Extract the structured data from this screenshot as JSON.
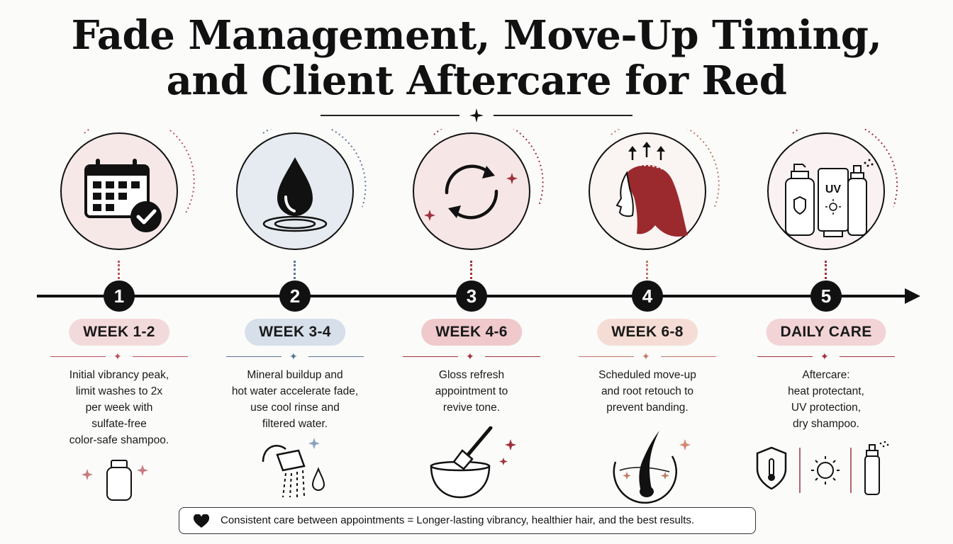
{
  "title_line1": "Fade Management, Move-Up Timing,",
  "title_line2": "and Client Aftercare for Red",
  "accent_color": "#a0303a",
  "steps": [
    {
      "number": "1",
      "label": "WEEK 1-2",
      "pill_color": "#f3dada",
      "accent": "#b8545c",
      "desc": [
        "Initial vibrancy peak,",
        "limit washes to 2x",
        "per week with",
        "sulfate-free",
        "color-safe shampoo."
      ],
      "icon": "calendar-check-icon",
      "bottom_icon": "shampoo-bottle-icon"
    },
    {
      "number": "2",
      "label": "WEEK 3-4",
      "pill_color": "#d6dfea",
      "accent": "#5a7596",
      "desc": [
        "Mineral buildup and",
        "hot water accelerate fade,",
        "use cool rinse and",
        "filtered water."
      ],
      "icon": "water-drop-icon",
      "bottom_icon": "shower-head-icon"
    },
    {
      "number": "3",
      "label": "WEEK 4-6",
      "pill_color": "#efc9cc",
      "accent": "#a0303a",
      "desc": [
        "Gloss refresh",
        "appointment to",
        "revive tone."
      ],
      "icon": "refresh-cycle-icon",
      "bottom_icon": "tint-bowl-brush-icon"
    },
    {
      "number": "4",
      "label": "WEEK 6-8",
      "pill_color": "#f5ddd5",
      "accent": "#c07a66",
      "desc": [
        "Scheduled move-up",
        "and root retouch to",
        "prevent banding."
      ],
      "icon": "red-hair-profile-icon",
      "bottom_icon": "hair-follicle-icon"
    },
    {
      "number": "5",
      "label": "DAILY CARE",
      "pill_color": "#f3d4d6",
      "accent": "#a0303a",
      "desc": [
        "Aftercare:",
        "heat protectant,",
        "UV protection,",
        "dry shampoo."
      ],
      "icon": "aftercare-products-icon",
      "bottom_icon": "shield-sun-spray-icons",
      "uv_label": "UV"
    }
  ],
  "footer_text": "Consistent care between appointments = Longer-lasting vibrancy, healthier hair, and the best results."
}
